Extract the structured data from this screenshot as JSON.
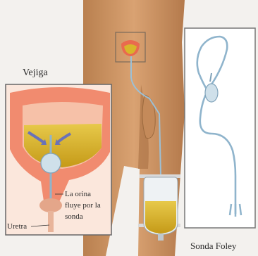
{
  "labels": {
    "bladder": "Vejiga",
    "urethra": "Uretra",
    "urine_flow": [
      "La orina",
      "fluye por la",
      "sonda"
    ],
    "catheter_name": "Sonda Foley"
  },
  "colors": {
    "skin": "#cf9767",
    "skin_shadow": "#b47a4c",
    "bladder_wall": "#f08068",
    "urine": "#d8b52a",
    "catheter": "#8fb4cc",
    "panel_border": "#666666"
  }
}
